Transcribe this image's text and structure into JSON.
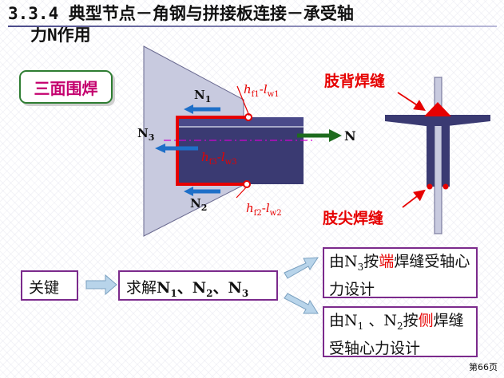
{
  "slide": {
    "title_line1": "3.3.4 典型节点－角钢与拼接板连接－承受轴",
    "title_line2": "力N作用",
    "badge": "三面围焊",
    "page_number": "第66页"
  },
  "diagram": {
    "force_N1": "N1",
    "force_N2": "N2",
    "force_N3": "N3",
    "force_N": "N",
    "weld_top": "hf1-lw1",
    "weld_end": "hf3-lw3",
    "weld_bottom": "hf2-lw2",
    "label_back_weld": "肢背焊缝",
    "label_tip_weld": "肢尖焊缝"
  },
  "flow": {
    "key": "关键",
    "solve": "求解N1、N2、N3",
    "end_weld_pre": "由N",
    "end_weld_sub": "3",
    "end_weld_mid": "按",
    "end_weld_hl": "端",
    "end_weld_post": "焊缝受轴心力设计",
    "side_weld_pre": "由N",
    "side_weld_sub1": "1",
    "side_weld_mid": " 、N",
    "side_weld_sub2": "2",
    "side_weld_mid2": "按",
    "side_weld_hl": "侧",
    "side_weld_post": "焊缝受轴心力设计"
  },
  "colors": {
    "weld_red": "#e60000",
    "force_blue": "#1e6fc8",
    "force_green": "#1e6b1e",
    "box_border": "#7b2a8c",
    "angle_fill": "#3a3a72",
    "plate_fill": "#c8cadf"
  }
}
